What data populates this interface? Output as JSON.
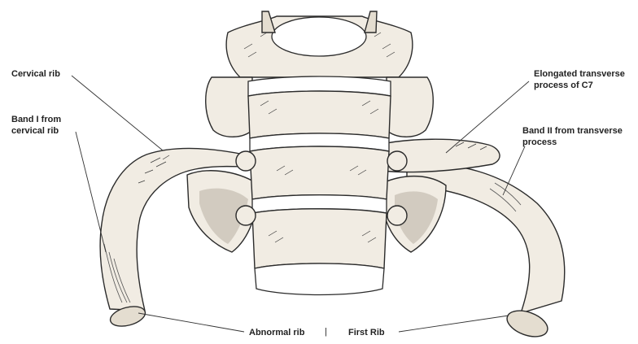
{
  "labels": {
    "cervical_rib": "Cervical rib",
    "band_i": [
      "Band I from",
      "cervical rib"
    ],
    "elongated_tp": [
      "Elongated transverse",
      "process of C7"
    ],
    "band_ii": [
      "Band II from transverse",
      "process"
    ],
    "abnormal_rib": "Abnormal rib",
    "divider": "|",
    "first_rib": "First Rib"
  },
  "colors": {
    "bone": "#f1ece3",
    "outline": "#2b2b2b",
    "background": "#ffffff"
  }
}
